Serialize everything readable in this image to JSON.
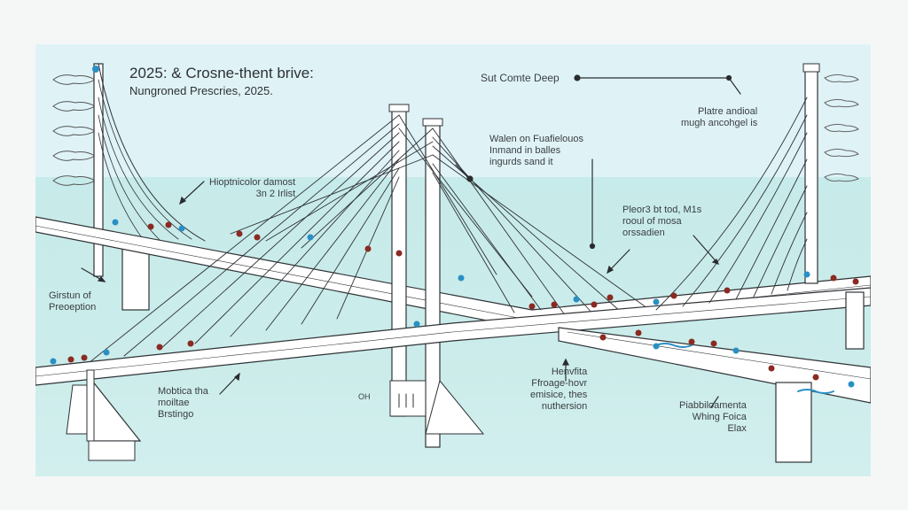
{
  "title": {
    "line1": "2025: & Crosne-thent brive:",
    "line2": "Nungroned Prescries, 2025."
  },
  "annotations": {
    "top_center": "Sut Comte Deep",
    "top_right": [
      "Platre andioal",
      "mugh ancohgel is"
    ],
    "center_top": [
      "Walen on Fuafielouos",
      "Inmand in balles",
      "ingurds sand it"
    ],
    "left_upper": [
      "Hioptnicolor damost",
      "3n 2 Irlist"
    ],
    "right_middle": [
      "Pleor3 bt tod, M1s",
      "rooul of mosa",
      "orssadien"
    ],
    "left_lower": [
      "Girstun of",
      "Preoeption"
    ],
    "bottom_left": [
      "Mobtica tha",
      "moiltae",
      "Brstingo"
    ],
    "bottom_tower": "OH",
    "bottom_center": [
      "Henvfita",
      "Ffroage-hovr",
      "emisice, thes",
      "nuthersion"
    ],
    "bottom_right": [
      "Piabbiloamenta",
      "Whing Foica",
      "Elax"
    ]
  },
  "colors": {
    "sky": "#dff3f7",
    "water": "#c9ebea",
    "structure": "#ffffff",
    "ink": "#2f3236",
    "person_red": "#8a2a22",
    "person_blue": "#2a8fc4"
  }
}
